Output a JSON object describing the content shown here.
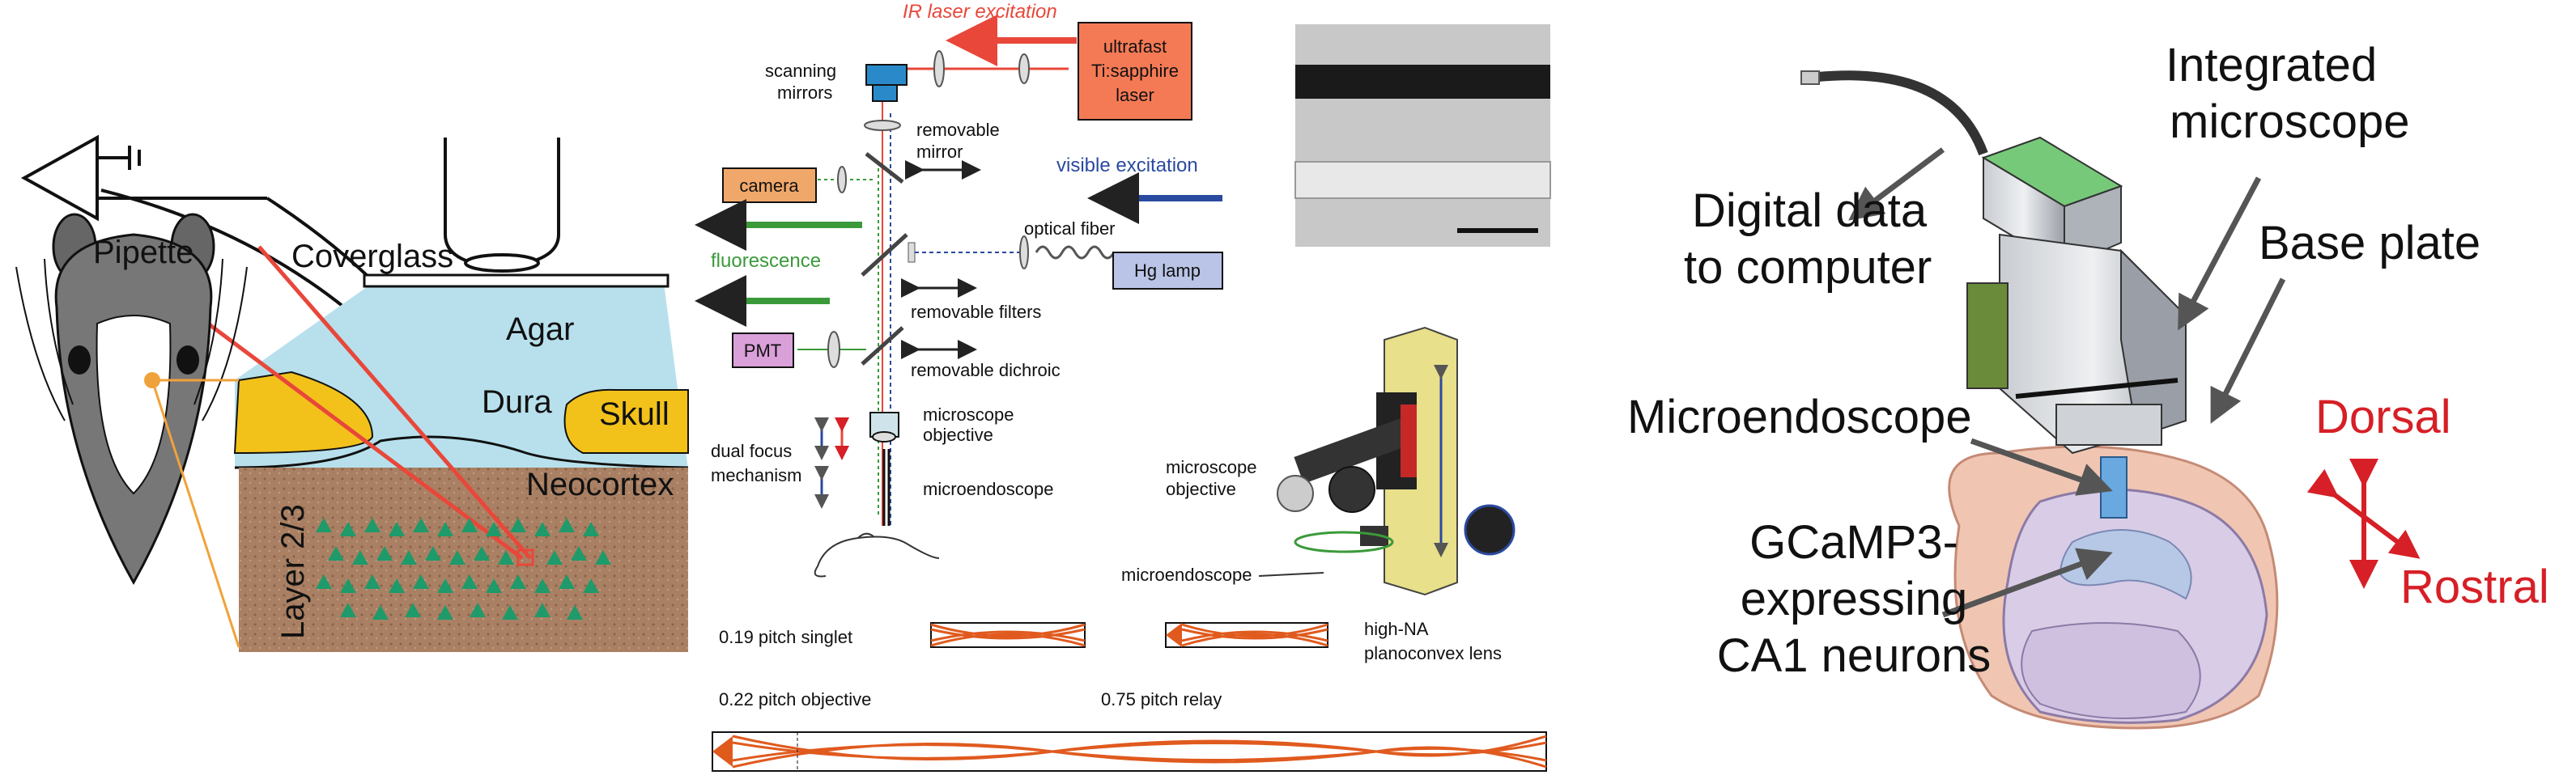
{
  "panel_left": {
    "pipette": "Pipette",
    "coverglass": "Coverglass",
    "agar": "Agar",
    "dura": "Dura",
    "skull": "Skull",
    "neocortex": "Neocortex",
    "layer": "Layer 2/3"
  },
  "panel_middle": {
    "ir_laser": "IR laser excitation",
    "laser_box": [
      "ultrafast",
      "Ti:sapphire",
      "laser"
    ],
    "scanning_mirrors": [
      "scanning",
      "mirrors"
    ],
    "removable_mirror": [
      "removable",
      "mirror"
    ],
    "camera": "camera",
    "visible_excitation": "visible excitation",
    "optical_fiber": "optical fiber",
    "hg_lamp": "Hg lamp",
    "fluorescence": "fluorescence",
    "removable_filters": "removable filters",
    "pmt": "PMT",
    "removable_dichroic": "removable dichroic",
    "microscope_objective": [
      "microscope",
      "objective"
    ],
    "dual_focus": [
      "dual focus",
      "mechanism"
    ],
    "microendoscope": "microendoscope",
    "objective_label_3d": [
      "microscope",
      "objective"
    ],
    "microendoscope_3d": "microendoscope",
    "singlet": "0.19 pitch singlet",
    "planoconvex": [
      "high-NA",
      "planoconvex lens"
    ],
    "objective_pitch": "0.22 pitch objective",
    "relay_pitch": "0.75 pitch relay"
  },
  "panel_right": {
    "integrated": [
      "Integrated",
      "microscope"
    ],
    "digital": [
      "Digital data",
      "to computer"
    ],
    "baseplate": "Base plate",
    "microendoscope": "Microendoscope",
    "gcamp": [
      "GCaMP3-",
      "expressing",
      "CA1 neurons"
    ],
    "dorsal": "Dorsal",
    "rostral": "Rostral"
  },
  "colors": {
    "laser_red": "#e8473a",
    "visible_blue": "#2a4aa0",
    "fluor_green": "#3a9a3a",
    "skull_yellow": "#f2c21b",
    "agar_blue": "#b7e0ec",
    "tissue_brown": "#a07a5c",
    "neuron_green": "#1f9a6a",
    "lens_orange": "#e05a1e",
    "direction_red": "#d61f26"
  }
}
